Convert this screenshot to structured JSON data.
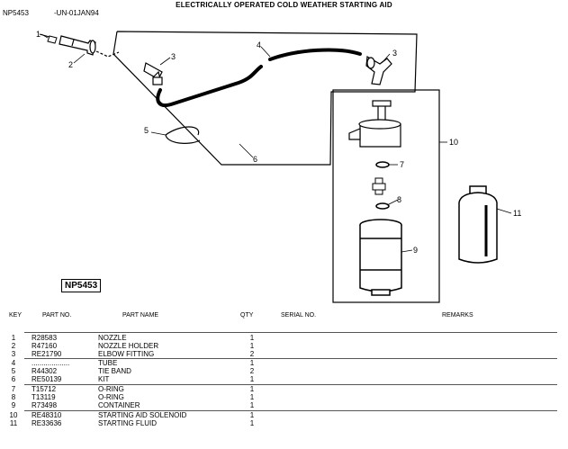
{
  "header": {
    "code": "NP5453",
    "revision": "-UN-01JAN94",
    "title": "ELECTRICALLY OPERATED COLD WEATHER STARTING AID"
  },
  "figure": {
    "callouts": [
      "1",
      "2",
      "3",
      "4",
      "3",
      "5",
      "6",
      "10",
      "7",
      "8",
      "9",
      "11"
    ],
    "box_label": "NP5453"
  },
  "table": {
    "headers": {
      "key": "KEY",
      "part_no": "PART NO.",
      "part_name": "PART NAME",
      "qty": "QTY",
      "serial_no": "SERIAL NO.",
      "remarks": "REMARKS"
    },
    "rows": [
      {
        "key": "1",
        "part_no": "R28583",
        "name": "NOZZLE",
        "qty": "1"
      },
      {
        "key": "2",
        "part_no": "R47160",
        "name": "NOZZLE HOLDER",
        "qty": "1"
      },
      {
        "key": "3",
        "part_no": "RE21790",
        "name": "ELBOW FITTING",
        "qty": "2"
      },
      {
        "key": "4",
        "part_no": "...................",
        "name": "TUBE",
        "qty": "1"
      },
      {
        "key": "5",
        "part_no": "R44302",
        "name": "TIE BAND",
        "qty": "2"
      },
      {
        "key": "6",
        "part_no": "RE50139",
        "name": "KIT",
        "qty": "1"
      },
      {
        "key": "7",
        "part_no": "T15712",
        "name": "O-RING",
        "qty": "1"
      },
      {
        "key": "8",
        "part_no": "T13119",
        "name": "O-RING",
        "qty": "1"
      },
      {
        "key": "9",
        "part_no": "R73498",
        "name": "CONTAINER",
        "qty": "1"
      },
      {
        "key": "10",
        "part_no": "RE48310",
        "name": "STARTING AID SOLENOID",
        "qty": "1"
      },
      {
        "key": "11",
        "part_no": "RE33636",
        "name": "STARTING FLUID",
        "qty": "1"
      }
    ]
  }
}
